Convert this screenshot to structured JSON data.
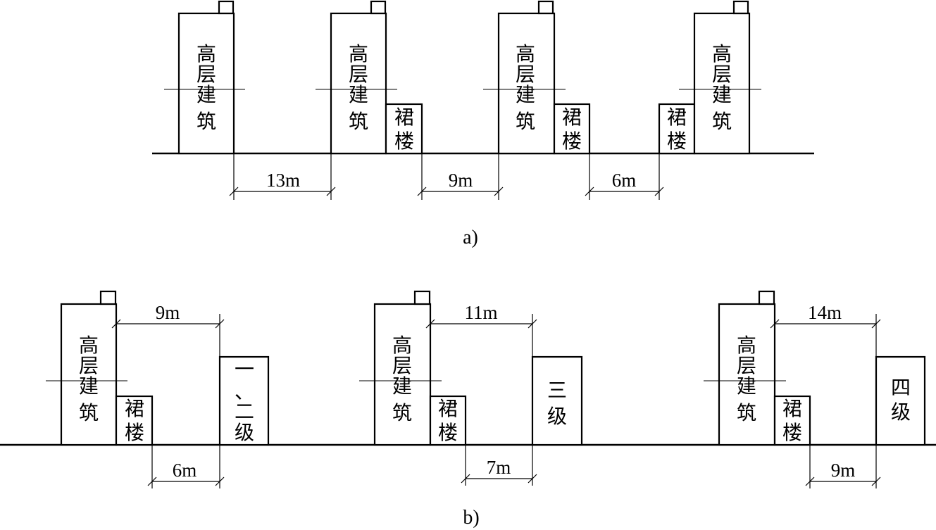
{
  "labels": {
    "high_rise": "高层建筑",
    "podium": "裙楼",
    "grade_1_2": "一、二级",
    "grade_3": "三级",
    "grade_4": "四级"
  },
  "panel_a": {
    "caption": "a)",
    "dimensions": [
      "13m",
      "9m",
      "6m"
    ]
  },
  "panel_b": {
    "caption": "b)",
    "groups": [
      {
        "top_dim": "9m",
        "bottom_dim": "6m",
        "neighbor": "一、二级"
      },
      {
        "top_dim": "11m",
        "bottom_dim": "7m",
        "neighbor": "三级"
      },
      {
        "top_dim": "14m",
        "bottom_dim": "9m",
        "neighbor": "四级"
      }
    ]
  }
}
